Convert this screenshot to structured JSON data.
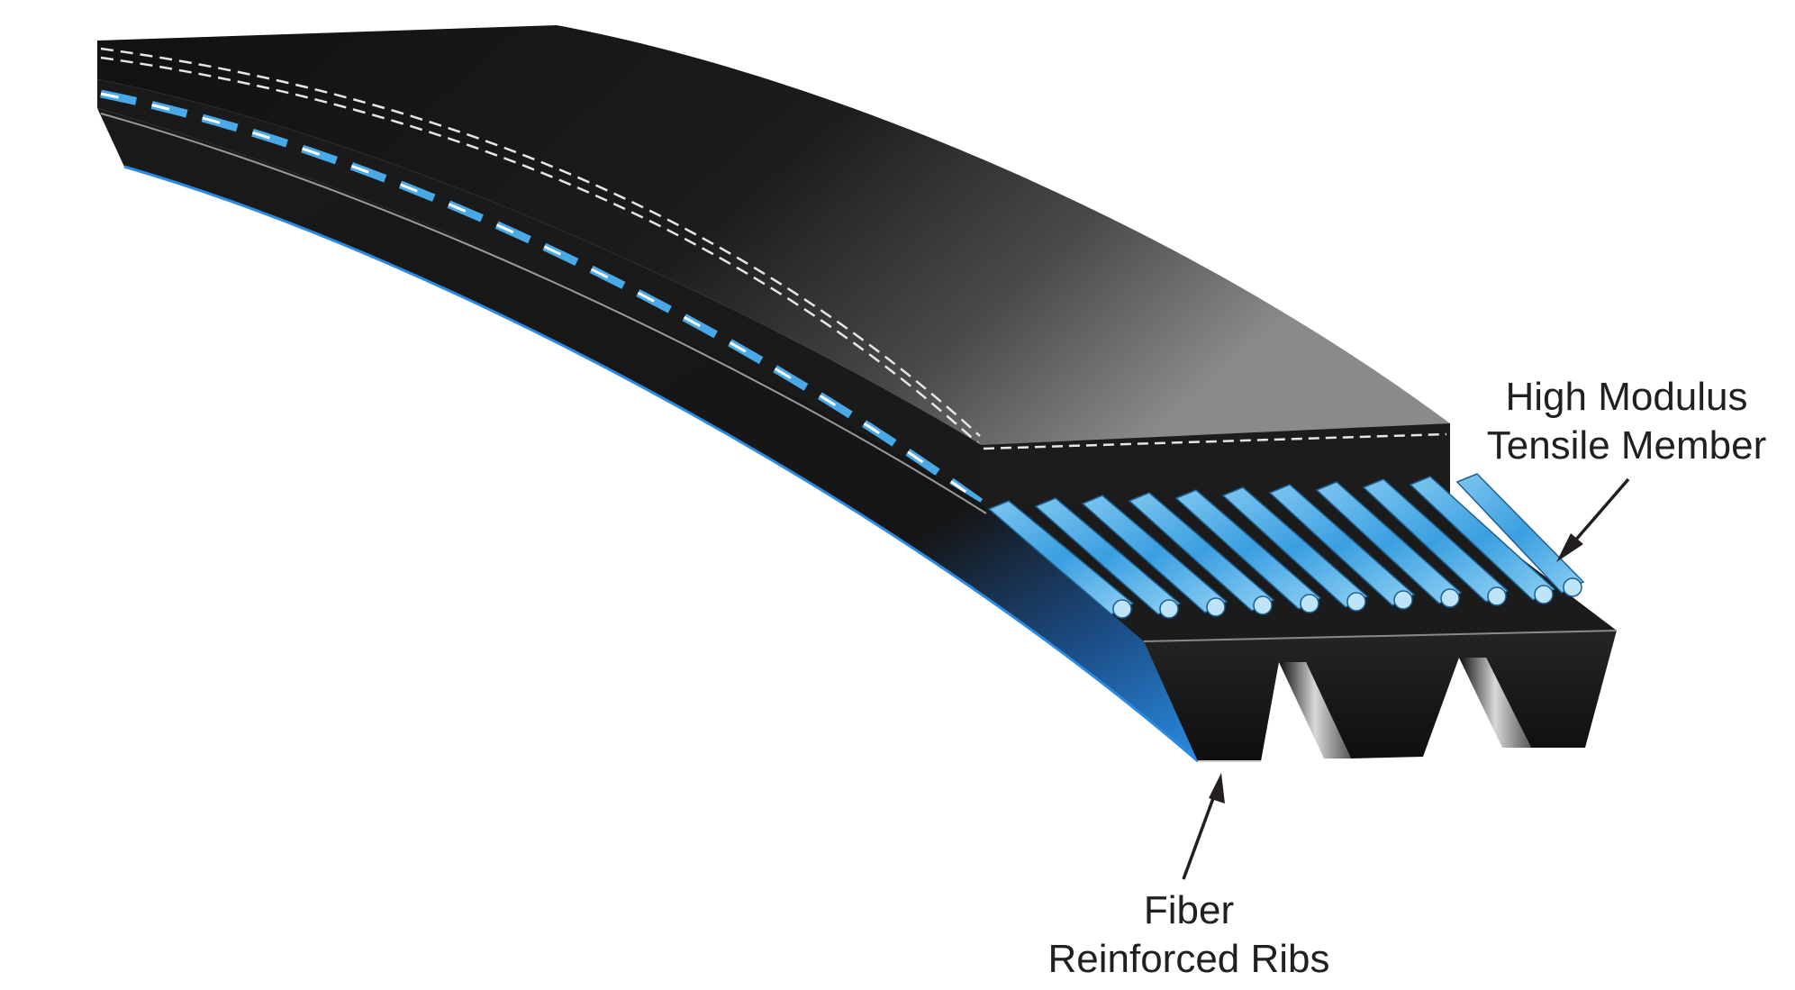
{
  "diagram": {
    "callouts": [
      {
        "id": "tensile",
        "lines": [
          "High Modulus",
          "Tensile Member"
        ]
      },
      {
        "id": "ribs",
        "lines": [
          "Fiber",
          "Reinforced Ribs"
        ]
      }
    ]
  },
  "colors": {
    "belt_dark": "#141414",
    "belt_mid": "#3a3a3a",
    "belt_light": "#8c8c8c",
    "cord_blue": "#3a9fe0",
    "cord_light": "#a6d8f5",
    "edge_blue": "#1f7fd1",
    "stitch": "#e6e6e6",
    "label_text": "#231f20"
  },
  "icons": [
    "arrow-tensile-icon",
    "arrow-ribs-icon"
  ]
}
